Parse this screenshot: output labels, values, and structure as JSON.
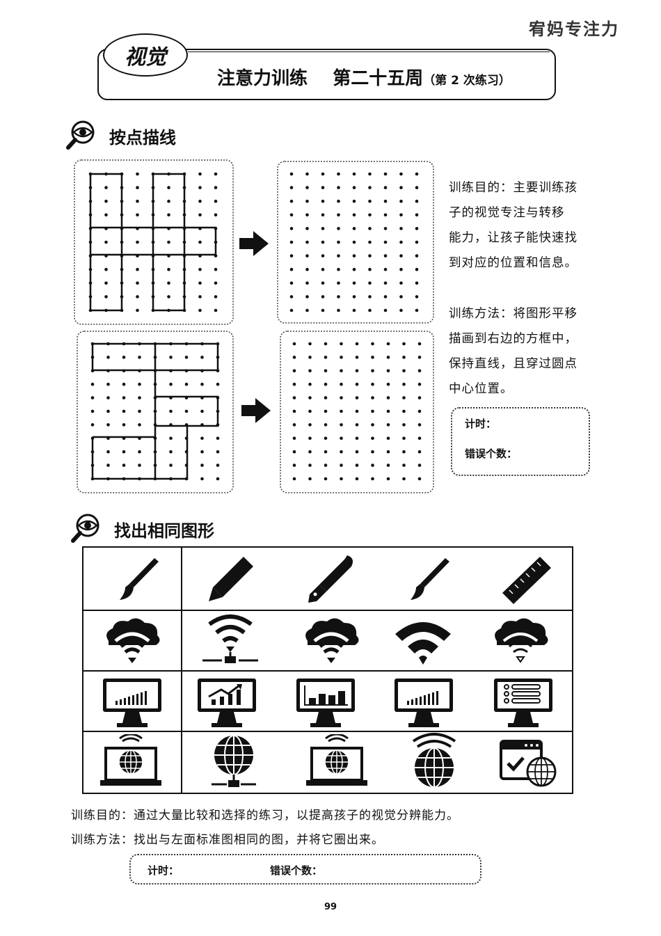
{
  "brand": "宥妈专注力",
  "badge": "视觉",
  "title": {
    "main": "注意力训练",
    "week": "第二十五周",
    "sub": "（第 2 次练习）"
  },
  "section1": {
    "heading": "按点描线",
    "purpose_lines": [
      "训练目的：主要训练孩",
      "子的视觉专注与转移",
      "能力，让孩子能快速找",
      "到对应的位置和信息。"
    ],
    "method_lines": [
      "训练方法：将图形平移",
      "描画到右边的方框中，",
      "保持直线，且穿过圆点",
      "中心位置。"
    ],
    "timer_label": "计时：",
    "errors_label": "错误个数："
  },
  "section2": {
    "heading": "找出相同图形",
    "rows": [
      [
        "paintbrush-icon",
        "pencil-icon",
        "fountain-pen-icon",
        "paintbrush-icon",
        "ruler-icon"
      ],
      [
        "cloud-wifi-icon",
        "wifi-network-icon",
        "cloud-wifi-icon",
        "wifi-icon",
        "cloud-wifi-outline-icon"
      ],
      [
        "monitor-bars-icon",
        "monitor-trend-icon",
        "monitor-chart-icon",
        "monitor-bars-icon",
        "monitor-list-icon"
      ],
      [
        "laptop-globe-icon",
        "globe-network-icon",
        "laptop-globe-icon",
        "globe-signal-icon",
        "calendar-globe-icon"
      ]
    ],
    "purpose": "训练目的：通过大量比较和选择的练习，以提高孩子的视觉分辨能力。",
    "method": "训练方法：找出与左面标准图相同的图，并将它圈出来。",
    "timer_label": "计时：",
    "errors_label": "错误个数："
  },
  "page_number": "99"
}
